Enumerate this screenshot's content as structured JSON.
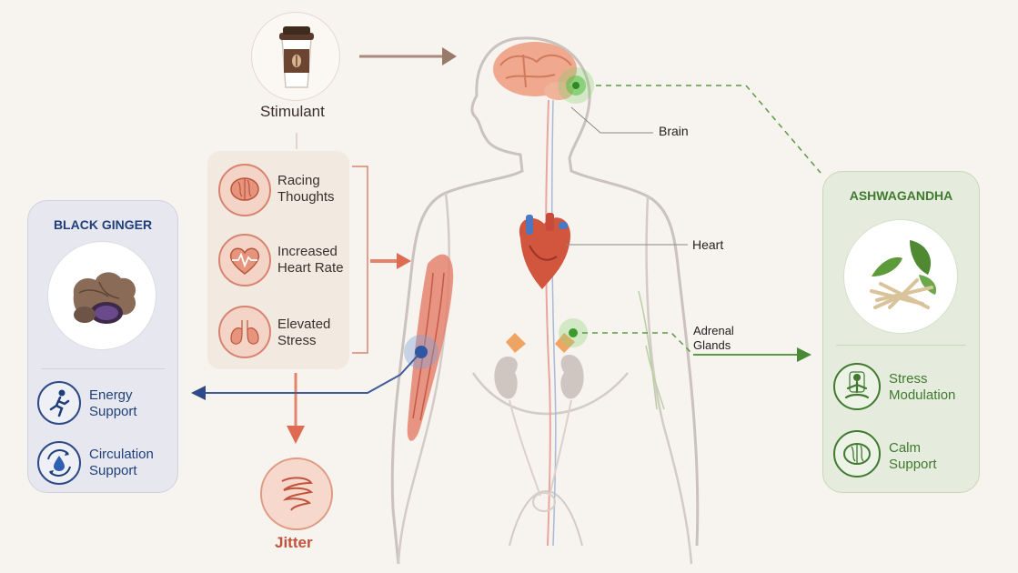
{
  "stimulant": {
    "label": "Stimulant",
    "icon": "coffee-cup-icon"
  },
  "symptoms": [
    {
      "line1": "Racing",
      "line2": "Thoughts",
      "icon": "brain-icon"
    },
    {
      "line1": "Increased",
      "line2": "Heart Rate",
      "icon": "heart-rate-icon"
    },
    {
      "line1": "Elevated",
      "line2": "Stress",
      "icon": "stress-lungs-icon"
    }
  ],
  "jitter": {
    "label": "Jitter",
    "icon": "jitter-swirl-icon"
  },
  "body_labels": {
    "brain": "Brain",
    "heart": "Heart",
    "adrenal_line1": "Adrenal",
    "adrenal_line2": "Glands"
  },
  "black_ginger": {
    "title": "BLACK GINGER",
    "benefits": [
      {
        "line1": "Energy",
        "line2": "Support",
        "icon": "running-person-icon"
      },
      {
        "line1": "Circulation",
        "line2": "Support",
        "icon": "circulation-drop-icon"
      }
    ]
  },
  "ashwagandha": {
    "title": "ASHWAGANDHA",
    "benefits": [
      {
        "line1": "Stress",
        "line2": "Modulation",
        "icon": "meditation-icon"
      },
      {
        "line1": "Calm",
        "line2": "Support",
        "icon": "calm-brain-icon"
      }
    ]
  },
  "colors": {
    "stimulant_red": "#c0533a",
    "ginger_blue": "#1f3f7a",
    "ashwagandha_green": "#3f7a2f",
    "arrow_brown": "#9a7a6a"
  }
}
